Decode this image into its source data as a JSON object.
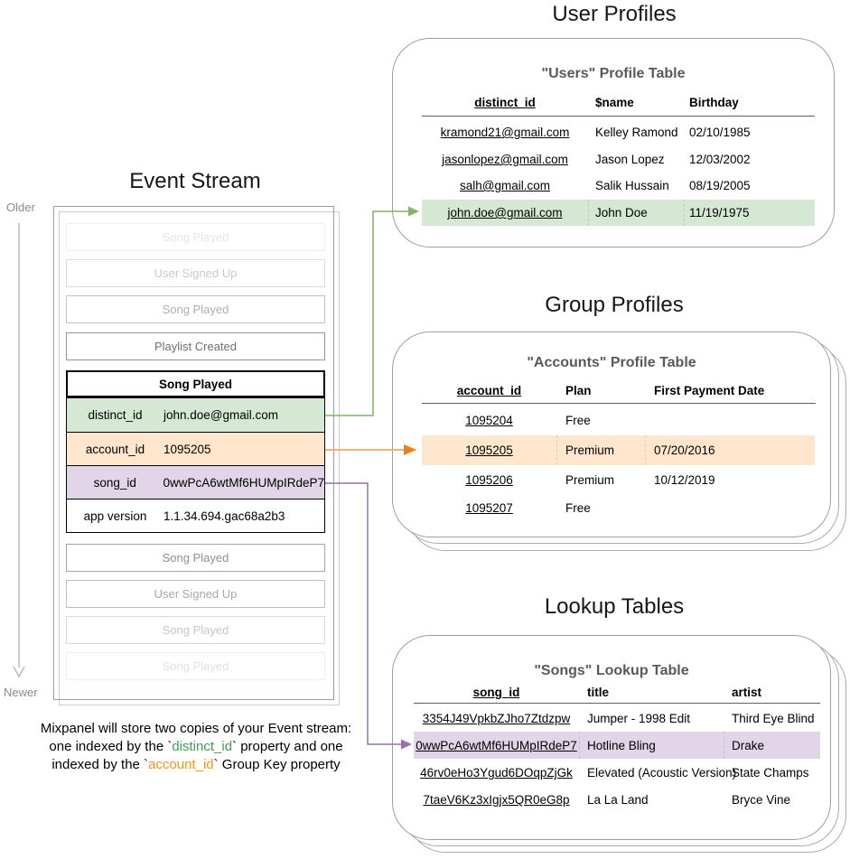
{
  "sections": {
    "event_stream": {
      "title": "Event Stream",
      "axis": {
        "older": "Older",
        "newer": "Newer"
      },
      "events_before": [
        {
          "label": "Song Played"
        },
        {
          "label": "User Signed Up"
        },
        {
          "label": "Song Played"
        },
        {
          "label": "Playlist Created"
        }
      ],
      "selected_event": {
        "title": "Song Played",
        "properties": [
          {
            "key": "distinct_id",
            "value": "john.doe@gmail.com"
          },
          {
            "key": "account_id",
            "value": "1095205"
          },
          {
            "key": "song_id",
            "value": "0wwPcA6wtMf6HUMpIRdeP7"
          },
          {
            "key": "app version",
            "value": "1.1.34.694.gac68a2b3"
          }
        ]
      },
      "events_after": [
        {
          "label": "Song Played"
        },
        {
          "label": "User Signed Up"
        },
        {
          "label": "Song Played"
        },
        {
          "label": "Song Played"
        }
      ],
      "caption": {
        "line1": "Mixpanel will store two copies of your Event stream:",
        "line2_pre": "one indexed by the `",
        "line2_code": "distinct_id",
        "line2_post": "` property and one",
        "line3_pre": "indexed by the `",
        "line3_code": "account_id",
        "line3_post": "` Group Key property"
      }
    },
    "user_profiles": {
      "section_title": "User Profiles",
      "table_title": "\"Users\" Profile Table",
      "columns": [
        "distinct_id",
        "$name",
        "Birthday"
      ],
      "rows": [
        {
          "distinct_id": "kramond21@gmail.com",
          "name": "Kelley Ramond",
          "birthday": "02/10/1985"
        },
        {
          "distinct_id": "jasonlopez@gmail.com",
          "name": "Jason Lopez",
          "birthday": "12/03/2002"
        },
        {
          "distinct_id": "salh@gmail.com",
          "name": "Salik Hussain",
          "birthday": "08/19/2005"
        },
        {
          "distinct_id": "john.doe@gmail.com",
          "name": "John Doe",
          "birthday": "11/19/1975"
        }
      ],
      "highlighted_row": "john.doe@gmail.com"
    },
    "group_profiles": {
      "section_title": "Group Profiles",
      "table_title": "\"Accounts\" Profile Table",
      "columns": [
        "account_id",
        "Plan",
        "First Payment Date"
      ],
      "rows": [
        {
          "account_id": "1095204",
          "plan": "Free",
          "first_payment_date": ""
        },
        {
          "account_id": "1095205",
          "plan": "Premium",
          "first_payment_date": "07/20/2016"
        },
        {
          "account_id": "1095206",
          "plan": "Premium",
          "first_payment_date": "10/12/2019"
        },
        {
          "account_id": "1095207",
          "plan": "Free",
          "first_payment_date": ""
        }
      ],
      "highlighted_row": "1095205"
    },
    "lookup_tables": {
      "section_title": "Lookup Tables",
      "table_title": "\"Songs\" Lookup Table",
      "columns": [
        "song_id",
        "title",
        "artist"
      ],
      "rows": [
        {
          "song_id": "3354J49VpkbZJho7Ztdzpw",
          "title": "Jumper - 1998 Edit",
          "artist": "Third Eye Blind"
        },
        {
          "song_id": "0wwPcA6wtMf6HUMpIRdeP7",
          "title": "Hotline Bling",
          "artist": "Drake"
        },
        {
          "song_id": "46rv0eHo3Ygud6DOqpZjGk",
          "title": "Elevated (Acoustic Version)",
          "artist": "State Champs"
        },
        {
          "song_id": "7taeV6Kz3xIgjx5QR0eG8p",
          "title": "La La Land",
          "artist": "Bryce Vine"
        }
      ],
      "highlighted_row": "0wwPcA6wtMf6HUMpIRdeP7"
    }
  },
  "colors": {
    "highlight_green": "#d5e8d4",
    "highlight_orange": "#ffe6cc",
    "highlight_purple": "#e1d5e7",
    "connector_green": "#82b366",
    "connector_orange_line": "#f2b46d",
    "connector_orange_arrow": "#ee7d1e",
    "connector_purple": "#9673a6",
    "caption_green": "#3d9e53",
    "caption_orange": "#f79420",
    "card_border": "#9e9e9e"
  }
}
